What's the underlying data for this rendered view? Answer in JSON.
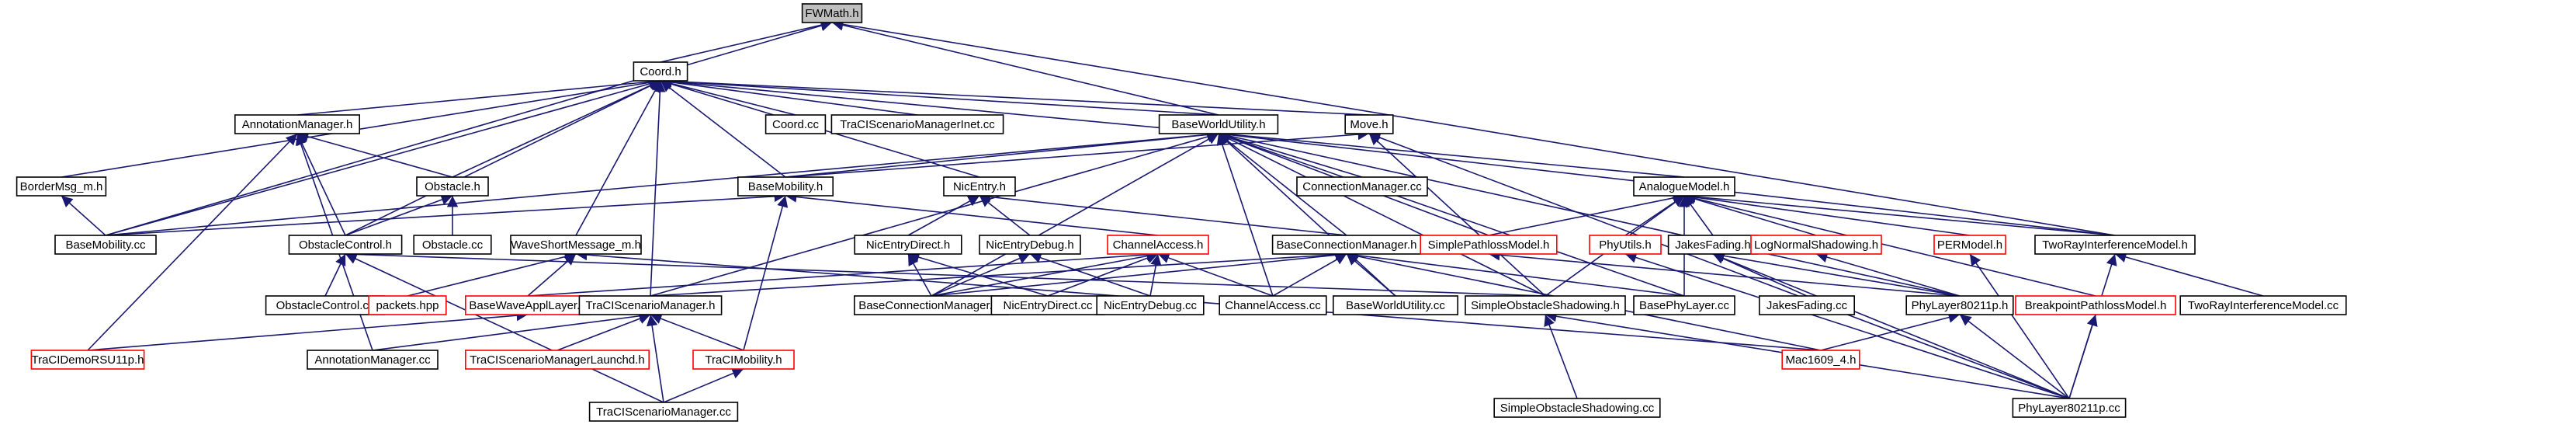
{
  "colors": {
    "edge": "#191970",
    "node_border": "#000000",
    "node_border_missing": "#ff0000",
    "root_fill": "#bfbfbf",
    "node_fill": "#ffffff",
    "text": "#000000"
  },
  "nodes": [
    {
      "id": "fwmath",
      "label": "FWMath.h",
      "root": true
    },
    {
      "id": "coord",
      "label": "Coord.h"
    },
    {
      "id": "annmgr",
      "label": "AnnotationManager.h"
    },
    {
      "id": "coordcc",
      "label": "Coord.cc"
    },
    {
      "id": "tracinet",
      "label": "TraCIScenarioManagerInet.cc"
    },
    {
      "id": "bwu",
      "label": "BaseWorldUtility.h"
    },
    {
      "id": "move",
      "label": "Move.h"
    },
    {
      "id": "bordermsg",
      "label": "BorderMsg_m.h"
    },
    {
      "id": "obstacleh",
      "label": "Obstacle.h"
    },
    {
      "id": "basemob",
      "label": "BaseMobility.h"
    },
    {
      "id": "nicentry",
      "label": "NicEntry.h"
    },
    {
      "id": "connmgrcc",
      "label": "ConnectionManager.cc"
    },
    {
      "id": "analogue",
      "label": "AnalogueModel.h"
    },
    {
      "id": "basemobcc",
      "label": "BaseMobility.cc"
    },
    {
      "id": "obstaclecc",
      "label": "Obstacle.cc"
    },
    {
      "id": "obsctl",
      "label": "ObstacleControl.h"
    },
    {
      "id": "wsm",
      "label": "WaveShortMessage_m.h"
    },
    {
      "id": "nicdirect",
      "label": "NicEntryDirect.h"
    },
    {
      "id": "nicdebug",
      "label": "NicEntryDebug.h"
    },
    {
      "id": "chacc",
      "label": "ChannelAccess.h",
      "missing": true
    },
    {
      "id": "baseconn",
      "label": "BaseConnectionManager.h"
    },
    {
      "id": "simplepath",
      "label": "SimplePathlossModel.h",
      "missing": true
    },
    {
      "id": "phyutils",
      "label": "PhyUtils.h",
      "missing": true
    },
    {
      "id": "jakes",
      "label": "JakesFading.h"
    },
    {
      "id": "lognormal",
      "label": "LogNormalShadowing.h",
      "missing": true
    },
    {
      "id": "permodel",
      "label": "PERModel.h",
      "missing": true
    },
    {
      "id": "tworay",
      "label": "TwoRayInterferenceModel.h"
    },
    {
      "id": "obsctlcc",
      "label": "ObstacleControl.cc"
    },
    {
      "id": "packets",
      "label": "packets.hpp",
      "missing": true
    },
    {
      "id": "bwal",
      "label": "BaseWaveApplLayer.h",
      "missing": true
    },
    {
      "id": "tracimgr",
      "label": "TraCIScenarioManager.h"
    },
    {
      "id": "baseconncc",
      "label": "BaseConnectionManager.cc"
    },
    {
      "id": "nicdirectcc",
      "label": "NicEntryDirect.cc"
    },
    {
      "id": "nicdebugcc",
      "label": "NicEntryDebug.cc"
    },
    {
      "id": "chacccc",
      "label": "ChannelAccess.cc"
    },
    {
      "id": "bwucc",
      "label": "BaseWorldUtility.cc"
    },
    {
      "id": "simpleshadh",
      "label": "SimpleObstacleShadowing.h"
    },
    {
      "id": "basephycc",
      "label": "BasePhyLayer.cc"
    },
    {
      "id": "jakescc",
      "label": "JakesFading.cc"
    },
    {
      "id": "phy80211h",
      "label": "PhyLayer80211p.h"
    },
    {
      "id": "bkpath",
      "label": "BreakpointPathlossModel.h",
      "missing": true
    },
    {
      "id": "tworaycc",
      "label": "TwoRayInterferenceModel.cc"
    },
    {
      "id": "tracidemo",
      "label": "TraCIDemoRSU11p.h",
      "missing": true
    },
    {
      "id": "annmgrcc",
      "label": "AnnotationManager.cc"
    },
    {
      "id": "tracilaunch",
      "label": "TraCIScenarioManagerLaunchd.h",
      "missing": true
    },
    {
      "id": "tracimob",
      "label": "TraCIMobility.h",
      "missing": true
    },
    {
      "id": "mac1609",
      "label": "Mac1609_4.h",
      "missing": true
    },
    {
      "id": "simpleshadcc",
      "label": "SimpleObstacleShadowing.cc"
    },
    {
      "id": "phy80211cc",
      "label": "PhyLayer80211p.cc"
    },
    {
      "id": "tracimgrcc",
      "label": "TraCIScenarioManager.cc"
    }
  ],
  "edges": [
    [
      "fwmath",
      "coord"
    ],
    [
      "fwmath",
      "bwu"
    ],
    [
      "fwmath",
      "tworay"
    ],
    [
      "fwmath",
      "basemobcc"
    ],
    [
      "coord",
      "annmgr"
    ],
    [
      "coord",
      "coordcc"
    ],
    [
      "coord",
      "tracinet"
    ],
    [
      "coord",
      "bwu"
    ],
    [
      "coord",
      "move"
    ],
    [
      "coord",
      "bordermsg"
    ],
    [
      "coord",
      "obstacleh"
    ],
    [
      "coord",
      "basemob"
    ],
    [
      "coord",
      "nicentry"
    ],
    [
      "coord",
      "analogue"
    ],
    [
      "coord",
      "basemobcc"
    ],
    [
      "coord",
      "obsctl"
    ],
    [
      "coord",
      "wsm"
    ],
    [
      "coord",
      "tracimgr"
    ],
    [
      "annmgr",
      "obstacleh"
    ],
    [
      "annmgr",
      "obsctl"
    ],
    [
      "annmgr",
      "tracidemo"
    ],
    [
      "annmgr",
      "annmgrcc"
    ],
    [
      "bwu",
      "basemob"
    ],
    [
      "bwu",
      "connmgrcc"
    ],
    [
      "bwu",
      "basemobcc"
    ],
    [
      "bwu",
      "baseconn"
    ],
    [
      "bwu",
      "chacccc"
    ],
    [
      "bwu",
      "bwucc"
    ],
    [
      "bwu",
      "simpleshadh"
    ],
    [
      "bwu",
      "basephycc"
    ],
    [
      "bwu",
      "simplepath"
    ],
    [
      "bwu",
      "phy80211h"
    ],
    [
      "bwu",
      "tworay"
    ],
    [
      "bwu",
      "baseconncc"
    ],
    [
      "bwu",
      "tracimgr"
    ],
    [
      "move",
      "basemob"
    ],
    [
      "move",
      "simpleshadh"
    ],
    [
      "move",
      "phy80211cc"
    ],
    [
      "bordermsg",
      "basemobcc"
    ],
    [
      "obstacleh",
      "obstaclecc"
    ],
    [
      "obstacleh",
      "obsctl"
    ],
    [
      "basemob",
      "basemobcc"
    ],
    [
      "basemob",
      "chacc"
    ],
    [
      "basemob",
      "tracimob"
    ],
    [
      "nicentry",
      "nicdirect"
    ],
    [
      "nicentry",
      "nicdebug"
    ],
    [
      "nicentry",
      "baseconn"
    ],
    [
      "analogue",
      "simplepath"
    ],
    [
      "analogue",
      "phyutils"
    ],
    [
      "analogue",
      "jakes"
    ],
    [
      "analogue",
      "lognormal"
    ],
    [
      "analogue",
      "permodel"
    ],
    [
      "analogue",
      "tworay"
    ],
    [
      "analogue",
      "simpleshadh"
    ],
    [
      "analogue",
      "basephycc"
    ],
    [
      "analogue",
      "bkpath"
    ],
    [
      "obsctl",
      "obsctlcc"
    ],
    [
      "obsctl",
      "tracimgrcc"
    ],
    [
      "obsctl",
      "simpleshadh"
    ],
    [
      "wsm",
      "packets"
    ],
    [
      "wsm",
      "bwal"
    ],
    [
      "wsm",
      "mac1609"
    ],
    [
      "nicdirect",
      "baseconncc"
    ],
    [
      "nicdirect",
      "nicdirectcc"
    ],
    [
      "nicdebug",
      "baseconncc"
    ],
    [
      "nicdebug",
      "nicdebugcc"
    ],
    [
      "chacc",
      "chacccc"
    ],
    [
      "chacc",
      "nicdirectcc"
    ],
    [
      "chacc",
      "nicdebugcc"
    ],
    [
      "chacc",
      "baseconncc"
    ],
    [
      "chacc",
      "bwal"
    ],
    [
      "baseconn",
      "baseconncc"
    ],
    [
      "baseconn",
      "chacccc"
    ],
    [
      "baseconn",
      "bwucc"
    ],
    [
      "baseconn",
      "basephycc"
    ],
    [
      "baseconn",
      "tracimgr"
    ],
    [
      "baseconn",
      "mac1609"
    ],
    [
      "simplepath",
      "phy80211h"
    ],
    [
      "lognormal",
      "phy80211h"
    ],
    [
      "jakes",
      "jakescc"
    ],
    [
      "jakes",
      "phy80211h"
    ],
    [
      "jakes",
      "phy80211cc"
    ],
    [
      "permodel",
      "phy80211cc"
    ],
    [
      "tworay",
      "tworaycc"
    ],
    [
      "tworay",
      "phy80211cc"
    ],
    [
      "bkpath",
      "phy80211cc"
    ],
    [
      "phyutils",
      "phy80211cc"
    ],
    [
      "bwal",
      "tracidemo"
    ],
    [
      "tracimgr",
      "annmgrcc"
    ],
    [
      "tracimgr",
      "tracilaunch"
    ],
    [
      "tracimgr",
      "tracimob"
    ],
    [
      "tracimgr",
      "tracimgrcc"
    ],
    [
      "simpleshadh",
      "simpleshadcc"
    ],
    [
      "simpleshadh",
      "phy80211cc"
    ],
    [
      "phy80211h",
      "mac1609"
    ],
    [
      "phy80211h",
      "phy80211cc"
    ],
    [
      "tracimob",
      "tracimgrcc"
    ]
  ]
}
